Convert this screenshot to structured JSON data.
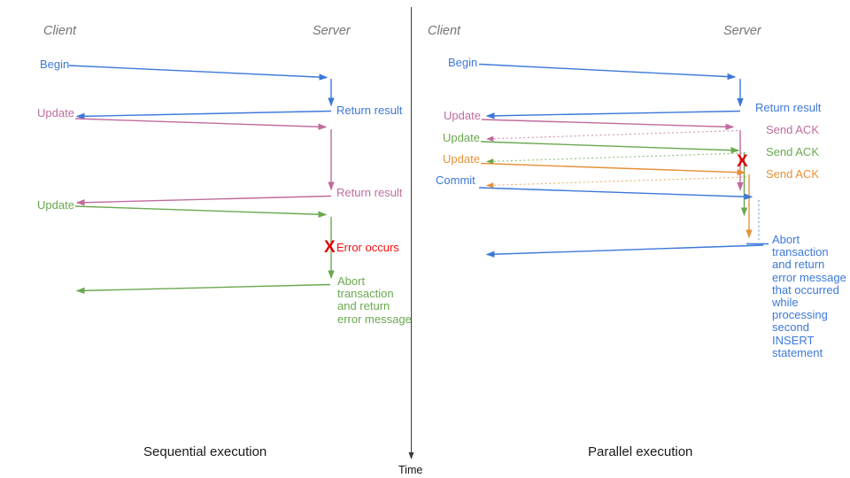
{
  "colors": {
    "blue": "#3c78d8",
    "pink": "#bf6b9d",
    "green": "#6aa84f",
    "orange": "#e69138",
    "red": "#f50f0f",
    "header_gray": "#757575",
    "axis": "#3a3a3a"
  },
  "time_axis": {
    "label": "Time"
  },
  "left": {
    "caption": "Sequential execution",
    "client_header": "Client",
    "server_header": "Server",
    "begin_label": "Begin",
    "return_result_1": "Return result",
    "update_1": "Update",
    "return_result_2": "Return result",
    "update_2": "Update",
    "error_x": "X",
    "error_label": "Error occurs",
    "abort_lines": [
      "Abort",
      "transaction",
      "and return",
      "error message"
    ]
  },
  "right": {
    "caption": "Parallel execution",
    "client_header": "Client",
    "server_header": "Server",
    "begin_label": "Begin",
    "return_result": "Return result",
    "update_1": "Update",
    "ack_1": "Send ACK",
    "update_2": "Update",
    "ack_2": "Send ACK",
    "update_3": "Update",
    "ack_3": "Send ACK",
    "commit_label": "Commit",
    "error_x": "X",
    "abort_lines": [
      "Abort",
      "transaction",
      "and return",
      "error message",
      "that occurred",
      "while",
      "processing",
      "second",
      "INSERT",
      "statement"
    ]
  }
}
